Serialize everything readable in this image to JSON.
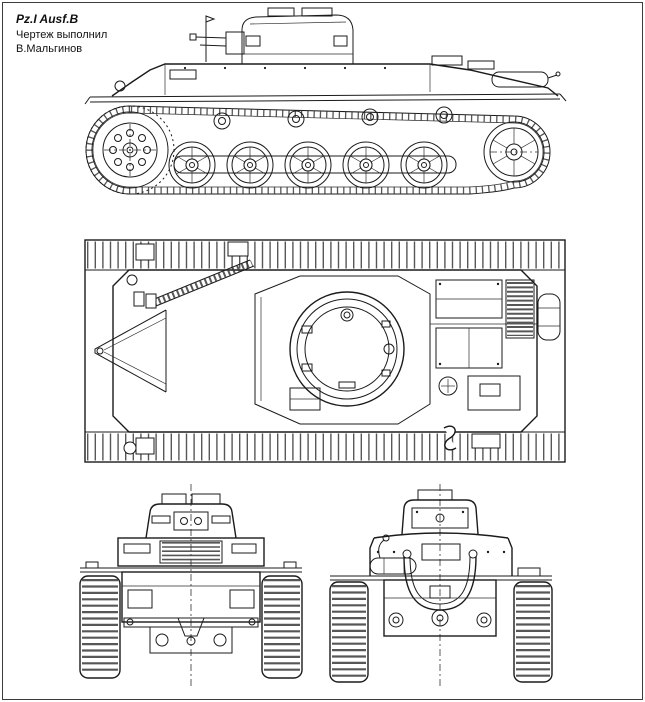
{
  "caption": {
    "title": "Pz.I Ausf.B",
    "line1": "Чертеж выполнил",
    "line2": "В.Мальгинов"
  },
  "colors": {
    "line": "#1b1b1b",
    "background": "#ffffff",
    "frame": "#3c3c3c"
  }
}
